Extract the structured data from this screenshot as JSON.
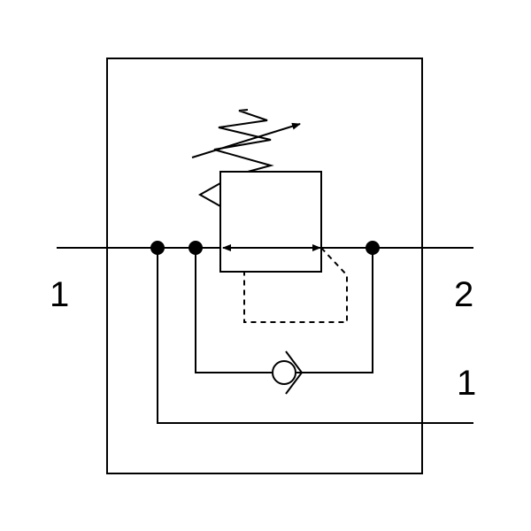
{
  "ports": {
    "left": "1",
    "right": "2",
    "right_bottom": "1"
  },
  "colors": {
    "line": "#000000",
    "background": "#ffffff"
  },
  "symbols": {
    "adjustable_spring": "adjustable-spring-icon",
    "regulator_valve": "pressure-regulator-valve-icon",
    "check_valve": "check-valve-icon",
    "pilot_line": "dashed-pilot-line",
    "junctions": "junction-dot"
  }
}
